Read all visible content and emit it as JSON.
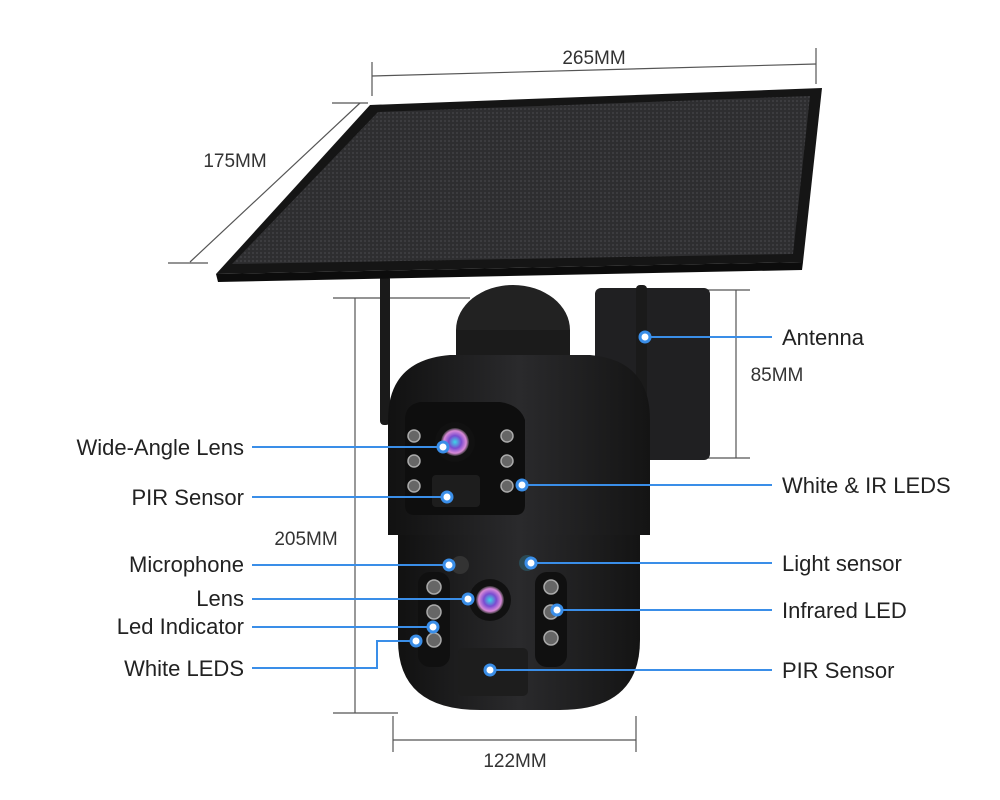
{
  "dimensions": {
    "panel_width": "265MM",
    "panel_depth": "175MM",
    "height": "205MM",
    "bracket_height": "85MM",
    "body_width": "122MM"
  },
  "callouts_left": [
    {
      "label": "Wide-Angle Lens"
    },
    {
      "label": "PIR Sensor"
    },
    {
      "label": "Microphone"
    },
    {
      "label": "Lens"
    },
    {
      "label": "Led Indicator"
    },
    {
      "label": "White LEDS"
    }
  ],
  "callouts_right": [
    {
      "label": "Antenna"
    },
    {
      "label": "White & IR LEDS"
    },
    {
      "label": "Light sensor"
    },
    {
      "label": "Infrared LED"
    },
    {
      "label": "PIR Sensor"
    }
  ],
  "colors": {
    "callout_line": "#3a8ee8",
    "camera_body": "#1c1c1e",
    "panel": "#2a2a2c"
  }
}
